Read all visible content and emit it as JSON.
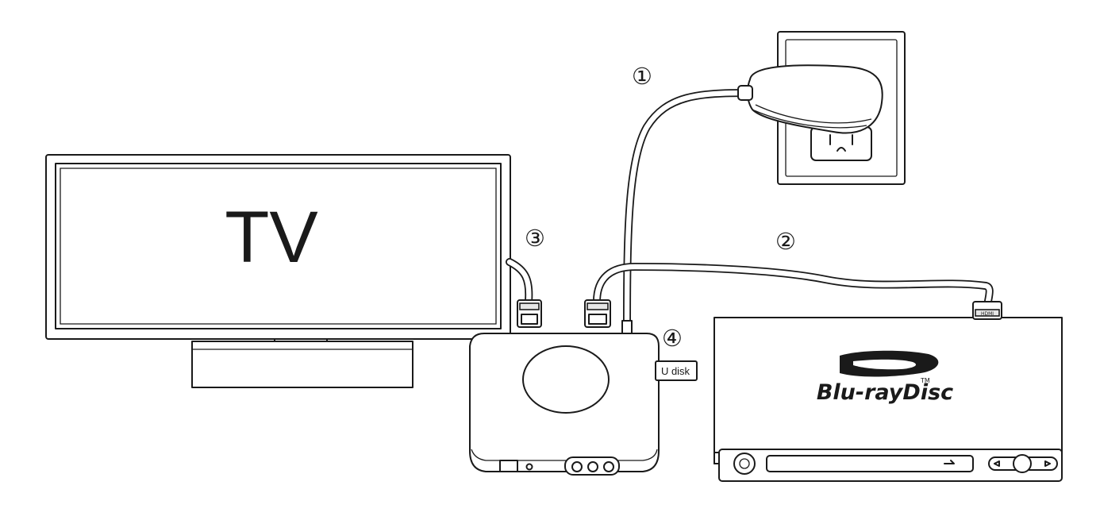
{
  "tv": {
    "label": "TV"
  },
  "steps": [
    {
      "number": "①"
    },
    {
      "number": "②"
    },
    {
      "number": "③"
    },
    {
      "number": "④"
    }
  ],
  "usb_stick": {
    "label": "U disk"
  },
  "bluray": {
    "brand": "Blu-rayDisc",
    "trademark": "TM"
  },
  "hdmi_plug": {
    "label": "HDMI"
  }
}
